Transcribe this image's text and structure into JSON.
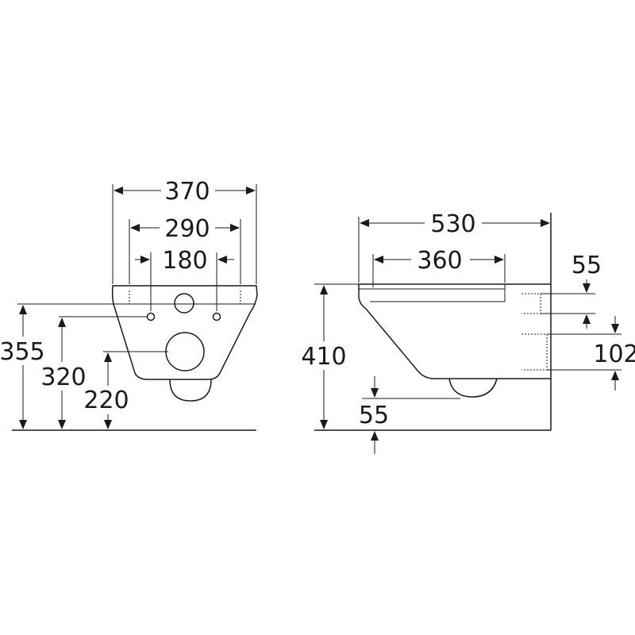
{
  "front_view": {
    "width_overall": "370",
    "width_fixing": "290",
    "width_pipes": "180",
    "height_top": "355",
    "height_fixing": "320",
    "height_outlet": "220"
  },
  "side_view": {
    "depth_overall": "530",
    "depth_seat": "360",
    "height_overall": "410",
    "inlet_offset": "55",
    "outlet_height": "102",
    "outlet_bottom": "55"
  }
}
